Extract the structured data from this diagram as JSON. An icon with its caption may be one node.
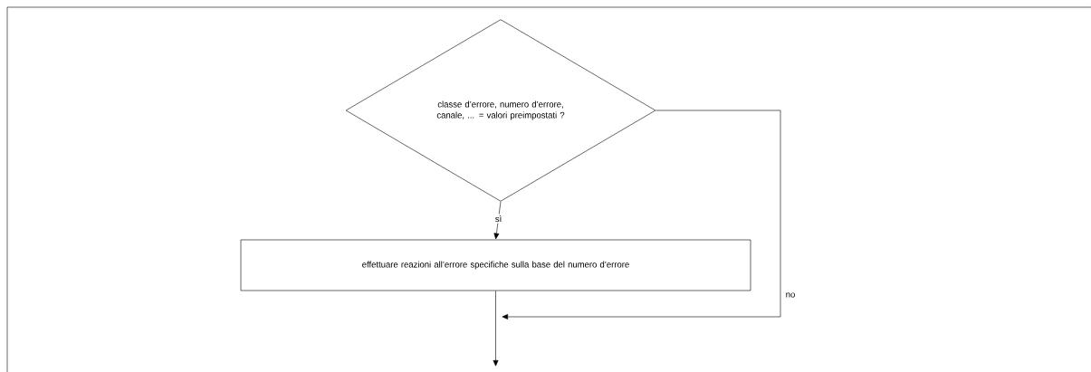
{
  "diagram": {
    "nodes": [
      {
        "text": [
          "classe d’errore, numero d’errore, canale, ... = valori preimpostati ?"
        ]
      },
      {
        "text": [
          "effettuare reazioni all’errore specifiche sulla base del numero d’errore"
        ]
      }
    ],
    "edges": [
      {
        "from": 0,
        "to": 1,
        "arrow": "to",
        "label": "sì"
      },
      {
        "from": 0,
        "to": null,
        "arrow": "to",
        "label": "no"
      },
      {
        "from": 1,
        "to": null,
        "arrow": "to"
      }
    ]
  }
}
